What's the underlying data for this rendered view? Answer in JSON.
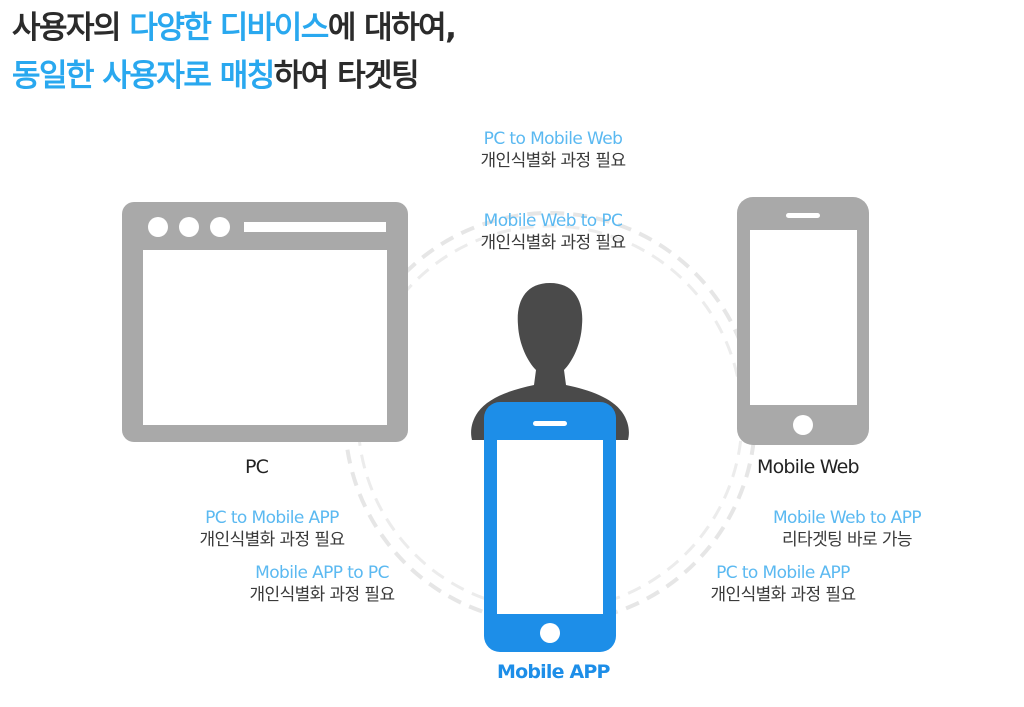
{
  "title": {
    "line1": {
      "pre": "사용자의 ",
      "highlight": "다양한 디바이스",
      "post": "에 대하여,"
    },
    "line2": {
      "highlight1": "동일한 사용자로 매칭",
      "post": "하여 타겟팅"
    }
  },
  "devices": {
    "pc": "PC",
    "mobile_web": "Mobile Web",
    "mobile_app": "Mobile APP"
  },
  "connections": {
    "pc_to_mweb": {
      "label": "PC to Mobile Web",
      "note": "개인식별화 과정 필요"
    },
    "mweb_to_pc": {
      "label": "Mobile Web to PC",
      "note": "개인식별화 과정 필요"
    },
    "pc_to_mapp": {
      "label": "PC to Mobile APP",
      "note": "개인식별화 과정 필요"
    },
    "mapp_to_pc": {
      "label": "Mobile APP to PC",
      "note": "개인식별화 과정 필요"
    },
    "mweb_to_mapp": {
      "label": "Mobile Web to APP",
      "note": "리타겟팅 바로 가능"
    },
    "mapp_to_mweb": {
      "label": "PC to Mobile APP",
      "note": "개인식별화 과정 필요"
    }
  },
  "colors": {
    "accent": "#29a8ef",
    "app_device": "#1d8ee8",
    "device_gray": "#a9a9a9",
    "silhouette": "#4a4a4a",
    "circle": "#e6e6e6"
  }
}
